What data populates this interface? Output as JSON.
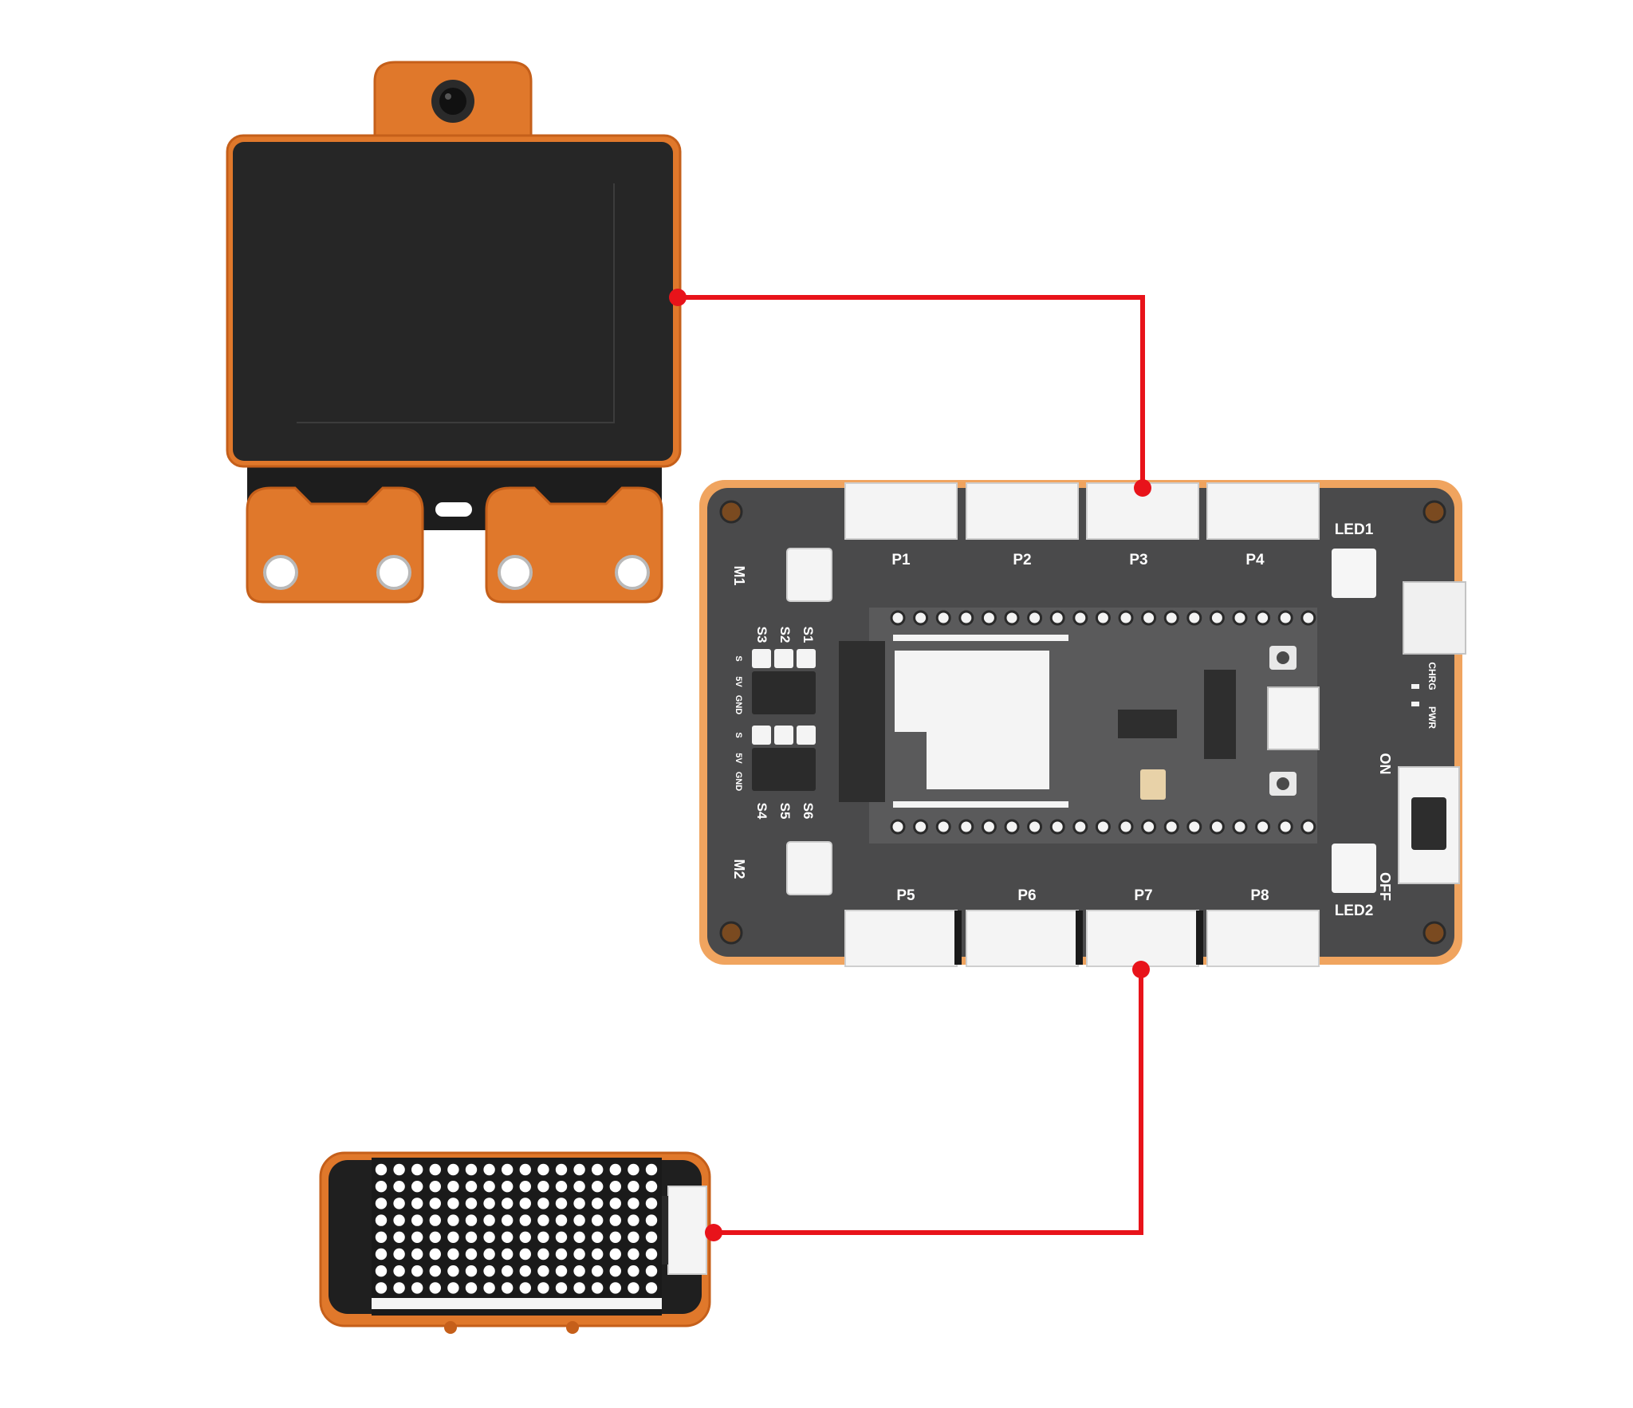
{
  "colors": {
    "wire": "#e8131a",
    "module_orange": "#e0782b",
    "module_orange_dark": "#c55f1a",
    "screen": "#262626",
    "pcb": "#4a4a4b",
    "silkscreen": "#ffffff"
  },
  "camera_module": {
    "icon": "camera-lens-icon"
  },
  "board": {
    "ports_top": [
      "P1",
      "P2",
      "P3",
      "P4"
    ],
    "ports_bottom": [
      "P5",
      "P6",
      "P7",
      "P8"
    ],
    "motor_ports": [
      "M1",
      "M2"
    ],
    "servo_top_labels": [
      "S3",
      "S2",
      "S1"
    ],
    "servo_bottom_labels": [
      "S4",
      "S5",
      "S6"
    ],
    "servo_pin_labels": [
      "S",
      "5V",
      "GND"
    ],
    "led1": "LED1",
    "led2": "LED2",
    "switch_on": "ON",
    "switch_off": "OFF",
    "indicator_chrg": "CHRG",
    "indicator_pwr": "PWR"
  },
  "connections": [
    {
      "from": "camera-module",
      "to": "P3"
    },
    {
      "from": "P7",
      "to": "led-matrix-module"
    }
  ]
}
